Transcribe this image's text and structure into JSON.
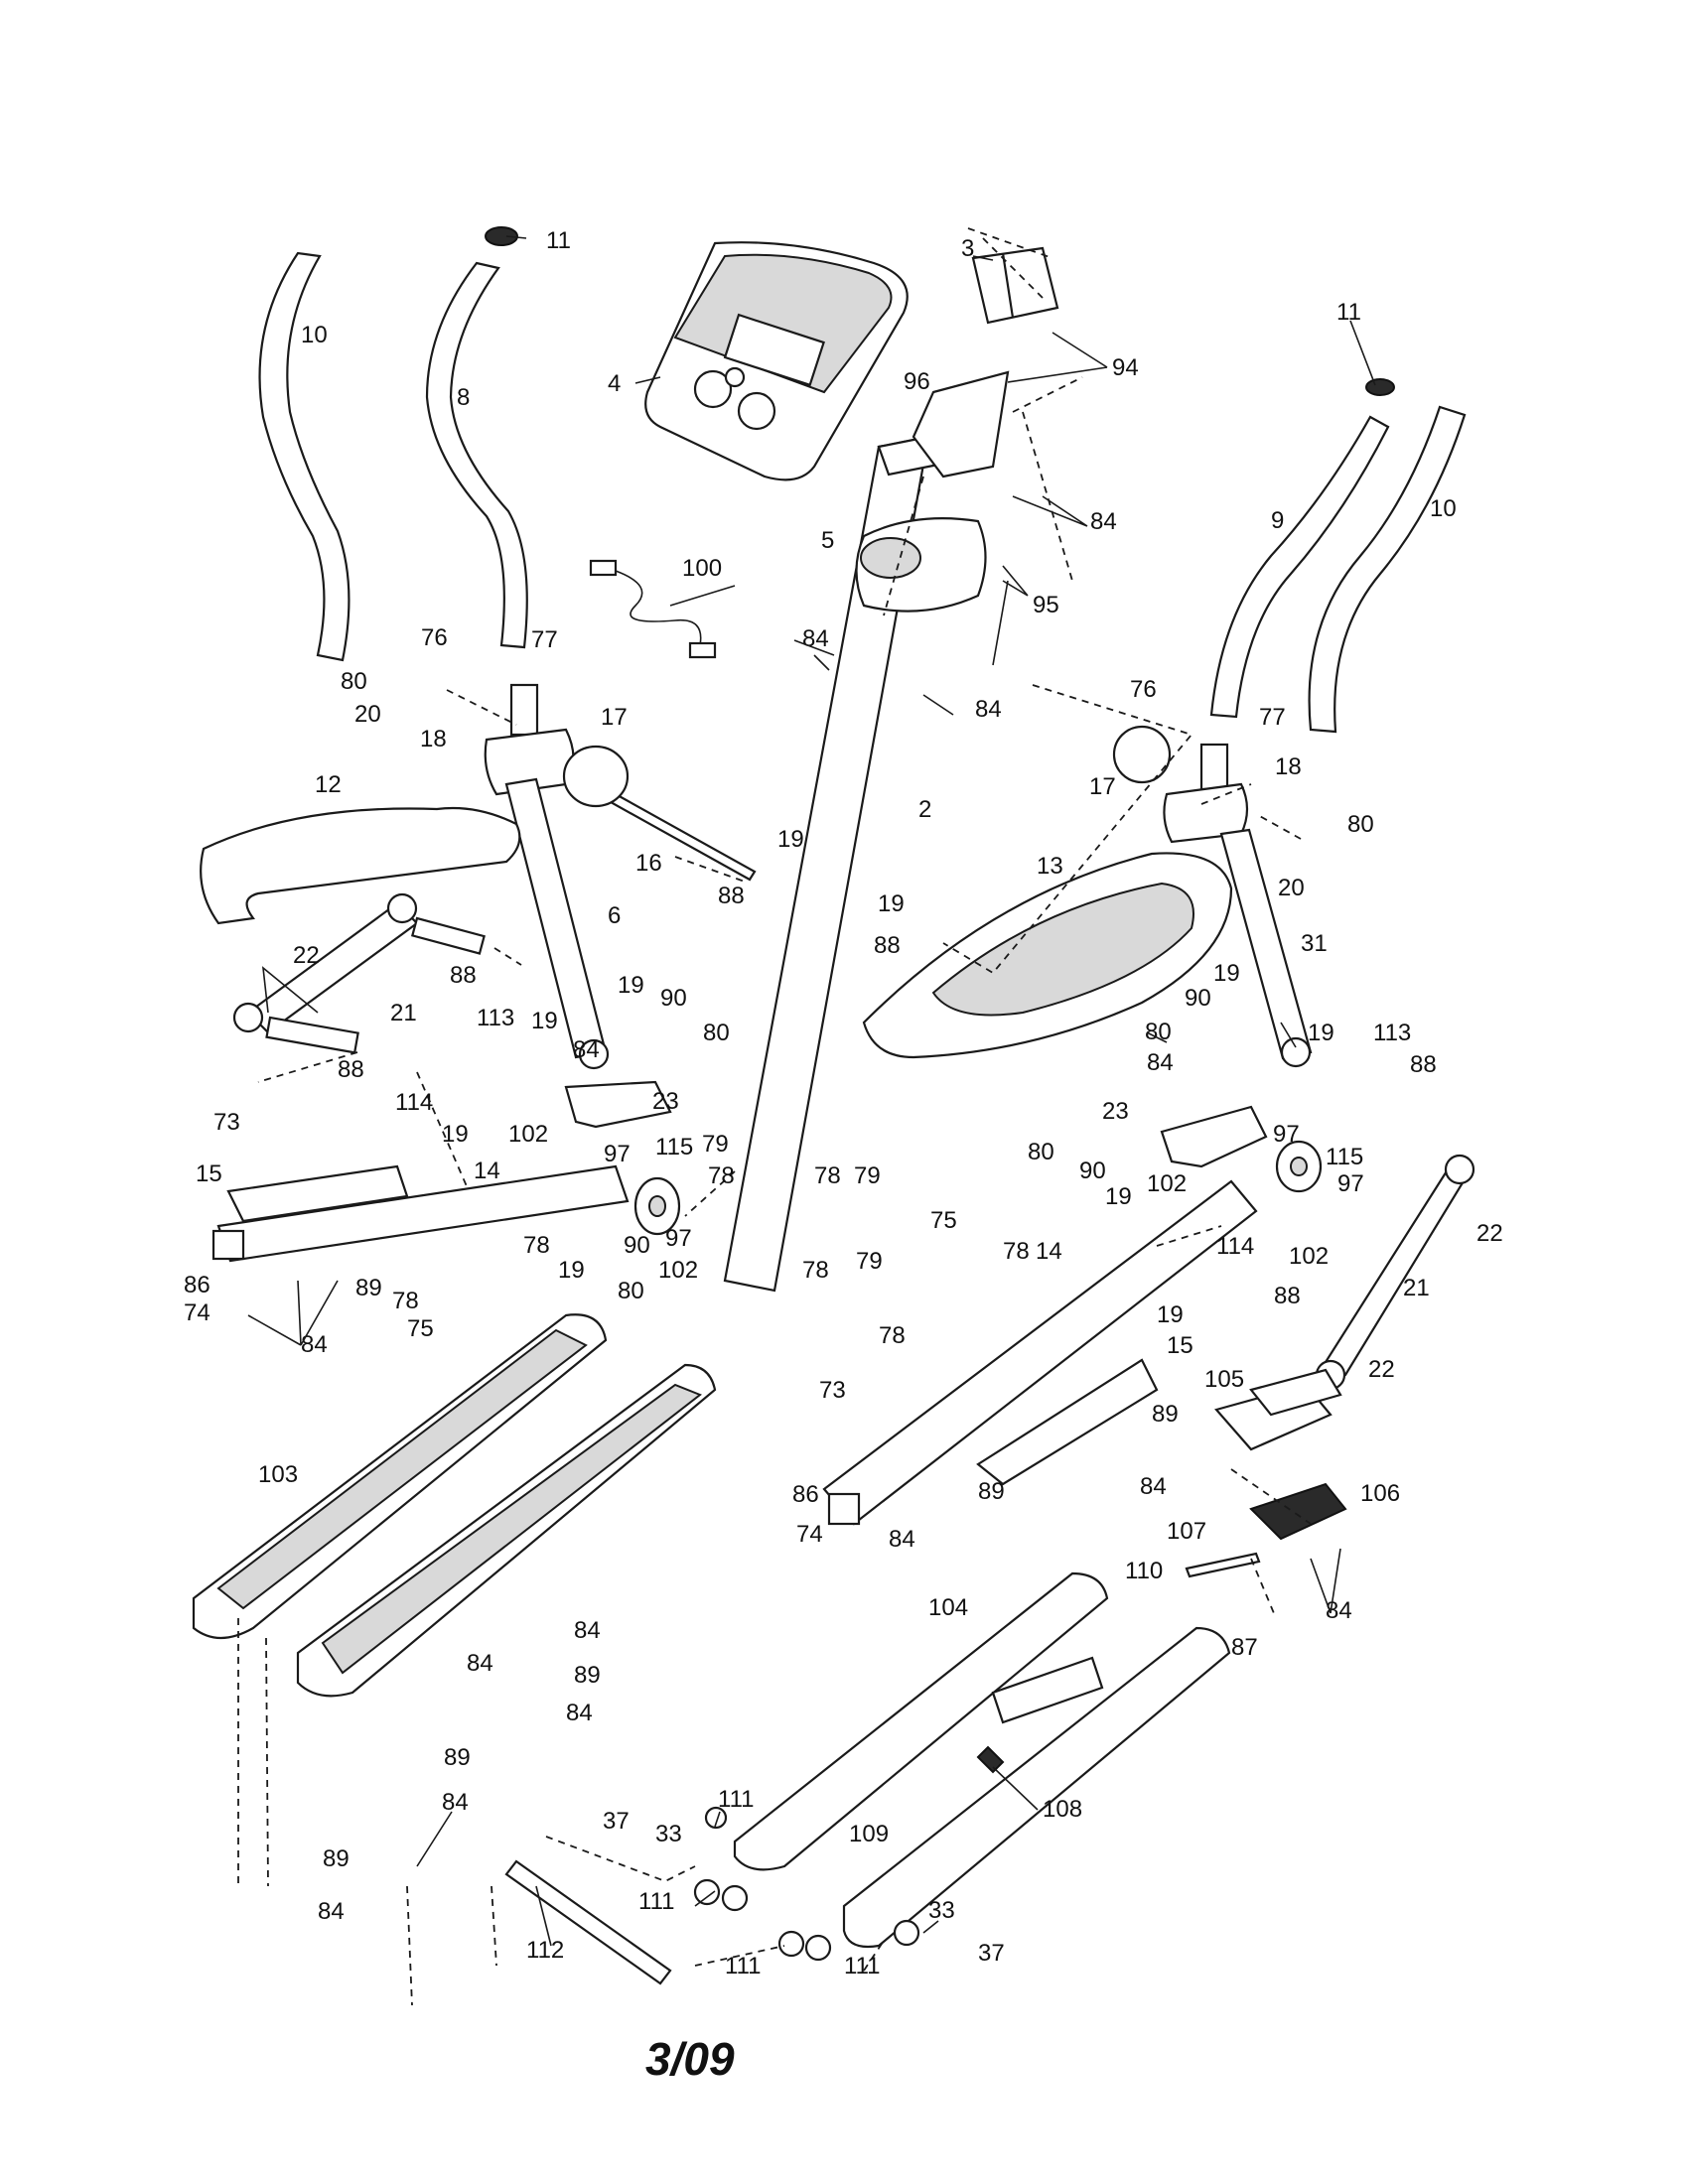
{
  "revision_date": "3/09",
  "callouts": [
    "2",
    "3",
    "4",
    "5",
    "6",
    "8",
    "9",
    "10",
    "11",
    "12",
    "13",
    "14",
    "15",
    "16",
    "17",
    "18",
    "19",
    "20",
    "21",
    "22",
    "23",
    "31",
    "33",
    "37",
    "73",
    "74",
    "75",
    "76",
    "77",
    "78",
    "79",
    "80",
    "84",
    "86",
    "87",
    "88",
    "89",
    "90",
    "94",
    "95",
    "96",
    "97",
    "100",
    "102",
    "103",
    "104",
    "105",
    "106",
    "107",
    "108",
    "109",
    "110",
    "111",
    "112",
    "113",
    "114",
    "115"
  ]
}
